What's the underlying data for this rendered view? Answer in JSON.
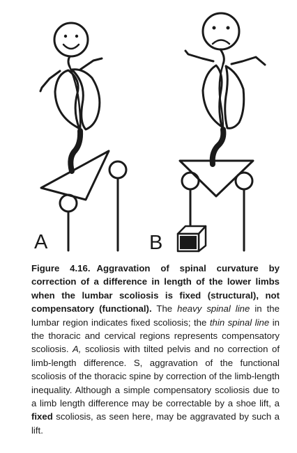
{
  "figure": {
    "panels": [
      {
        "label": "A",
        "face": "smiling",
        "description_visible": false
      },
      {
        "label": "B",
        "face": "frowning",
        "description_visible": false
      }
    ]
  },
  "caption": {
    "figure_word": "Figure ",
    "figure_number": "4.16.",
    "title": "Aggravation of spinal curvature by correction of a difference in length of the lower limbs when the lumbar scoliosis is fixed (structural), not compensatory (functional).",
    "t1": " The ",
    "heavy_line": "heavy spinal line",
    "t2": " in the lumbar region indicates fixed scoliosis; the ",
    "thin_line": "thin spinal line",
    "t3": " in the thoracic and cervical regions represents compensatory scoliosis. ",
    "label_a": "A,",
    "t4": " scoliosis with tilted pelvis and no correction of limb-length difference. S, aggravation of the functional scoliosis of the thoracic spine by correction of the limb-length inequality. Although a simple compensatory scoliosis due to a limb length difference may be correctable by a shoe lift, a ",
    "fixed_word": "fixed",
    "t5": " scoliosis, as seen here, may be aggravated by such a lift."
  }
}
